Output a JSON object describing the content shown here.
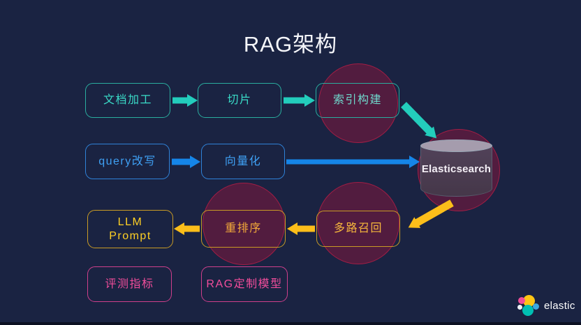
{
  "title": "RAG架构",
  "nodes": {
    "doc": {
      "label": "文档加工"
    },
    "slice": {
      "label": "切片"
    },
    "index": {
      "label": "索引构建"
    },
    "query": {
      "label": "query改写"
    },
    "vector": {
      "label": "向量化"
    },
    "es": {
      "label": "Elasticsearch"
    },
    "llm": {
      "label_line1": "LLM",
      "label_line2": "Prompt"
    },
    "rerank": {
      "label": "重排序"
    },
    "recall": {
      "label": "多路召回"
    },
    "eval": {
      "label": "评测指标"
    },
    "ragmodel": {
      "label": "RAG定制模型"
    }
  },
  "edges": [
    {
      "from": "文档加工",
      "to": "切片",
      "color": "teal"
    },
    {
      "from": "切片",
      "to": "索引构建",
      "color": "teal"
    },
    {
      "from": "索引构建",
      "to": "Elasticsearch",
      "color": "teal"
    },
    {
      "from": "query改写",
      "to": "向量化",
      "color": "blue"
    },
    {
      "from": "向量化",
      "to": "Elasticsearch",
      "color": "blue"
    },
    {
      "from": "Elasticsearch",
      "to": "多路召回",
      "color": "yellow"
    },
    {
      "from": "多路召回",
      "to": "重排序",
      "color": "yellow"
    },
    {
      "from": "重排序",
      "to": "LLM Prompt",
      "color": "yellow"
    }
  ],
  "colors": {
    "background": "#1a2342",
    "teal_accent": "#23cdbc",
    "blue_accent": "#1585e8",
    "yellow_accent": "#fcbe1a",
    "pink_accent": "#e0418e",
    "highlight_circle": "#a81e45",
    "cylinder_body": "#493b51",
    "cylinder_top": "#a59cad",
    "title_text": "#f5f6fa"
  },
  "logo": {
    "text": "elastic"
  }
}
